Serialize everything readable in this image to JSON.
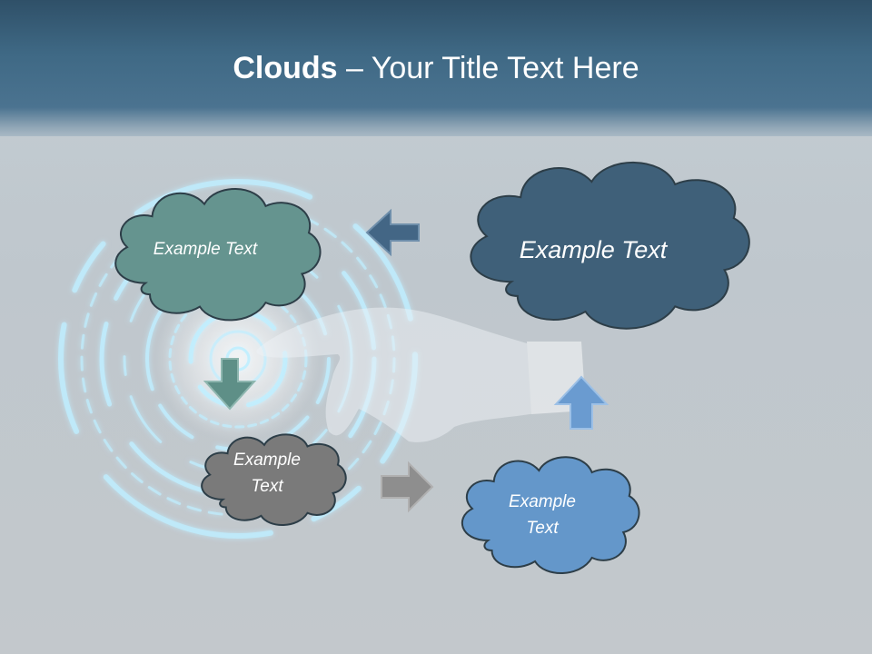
{
  "title": {
    "bold": "Clouds",
    "dash": " – ",
    "rest": "Your Title Text Here"
  },
  "clouds": {
    "top_left": {
      "text": "Example Text",
      "color": "#65948f"
    },
    "top_right": {
      "text": "Example Text",
      "color": "#3f6079"
    },
    "mid_left": {
      "line1": "Example",
      "line2": "Text",
      "color": "#7a7a7a"
    },
    "bottom_right": {
      "line1": "Example",
      "line2": "Text",
      "color": "#6497ca"
    }
  },
  "colors": {
    "header": "#3f6985",
    "arrow_left": "#436685",
    "arrow_down": "#5e8f87",
    "arrow_right": "#8e8e8e",
    "arrow_up": "#6a9bd0",
    "hologram": "#bfeeff"
  }
}
